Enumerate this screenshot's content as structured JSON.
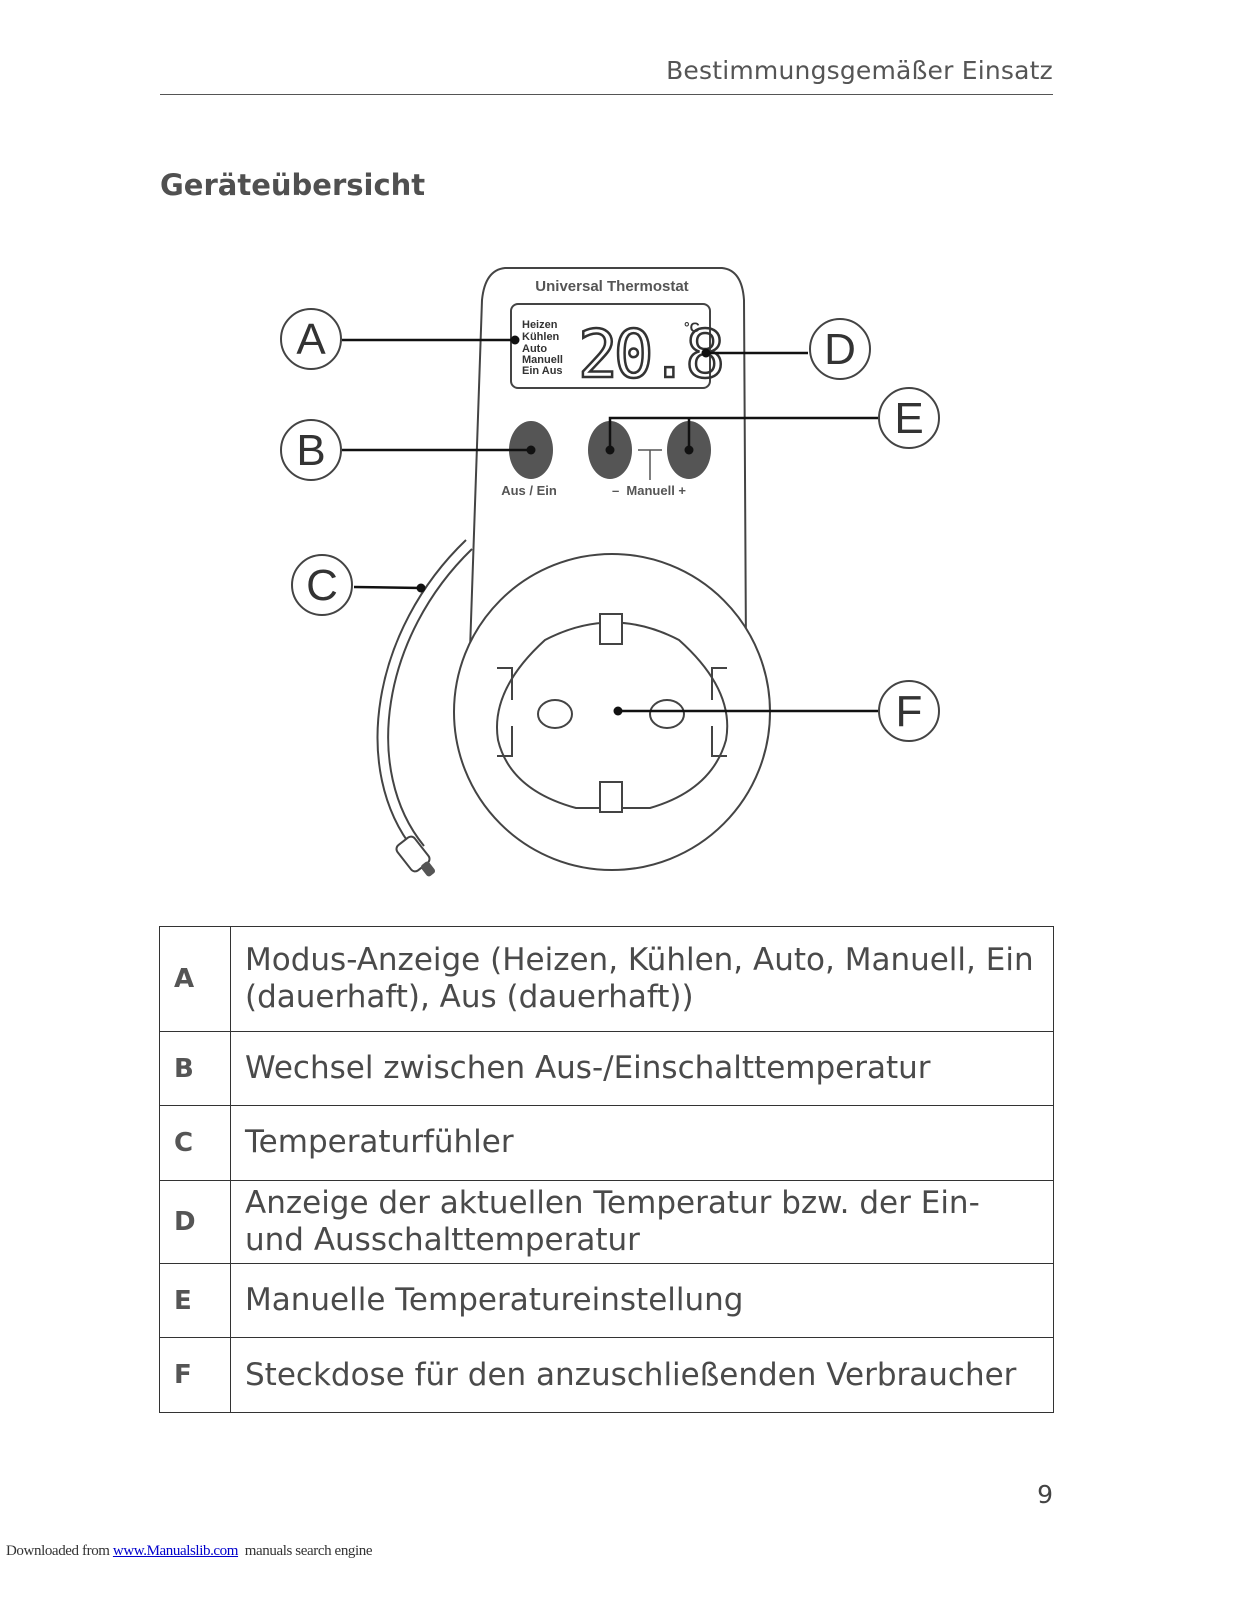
{
  "header": {
    "title": "Bestimmungsgemäßer Einsatz"
  },
  "section": {
    "title": "Geräteübersicht"
  },
  "figure": {
    "device_name": "Universal Thermostat",
    "modes": [
      "Heizen",
      "Kühlen",
      "Auto",
      "Manuell",
      "Ein Aus"
    ],
    "temperature": "20.8",
    "unit": "°C",
    "button_power_label": "Aus / Ein",
    "button_manual_label": "–  Manuell +",
    "callouts": [
      "A",
      "B",
      "C",
      "D",
      "E",
      "F"
    ]
  },
  "legend": {
    "rows": [
      {
        "key": "A",
        "text": "Modus-Anzeige (Heizen, Kühlen, Auto, Manuell, Ein (dauerhaft), Aus (dauerhaft))"
      },
      {
        "key": "B",
        "text": "Wechsel zwischen Aus-/Einschalttemperatur"
      },
      {
        "key": "C",
        "text": "Temperaturfühler"
      },
      {
        "key": "D",
        "text": "Anzeige der aktuellen Temperatur bzw. der Ein- und Ausschalttemperatur"
      },
      {
        "key": "E",
        "text": "Manuelle Temperatureinstellung"
      },
      {
        "key": "F",
        "text": "Steckdose für den anzuschließenden Verbraucher"
      }
    ]
  },
  "page": {
    "number": "9"
  },
  "footer": {
    "prefix": "Downloaded from ",
    "link_text": "www.Manualslib.com",
    "suffix": "  manuals search engine"
  }
}
